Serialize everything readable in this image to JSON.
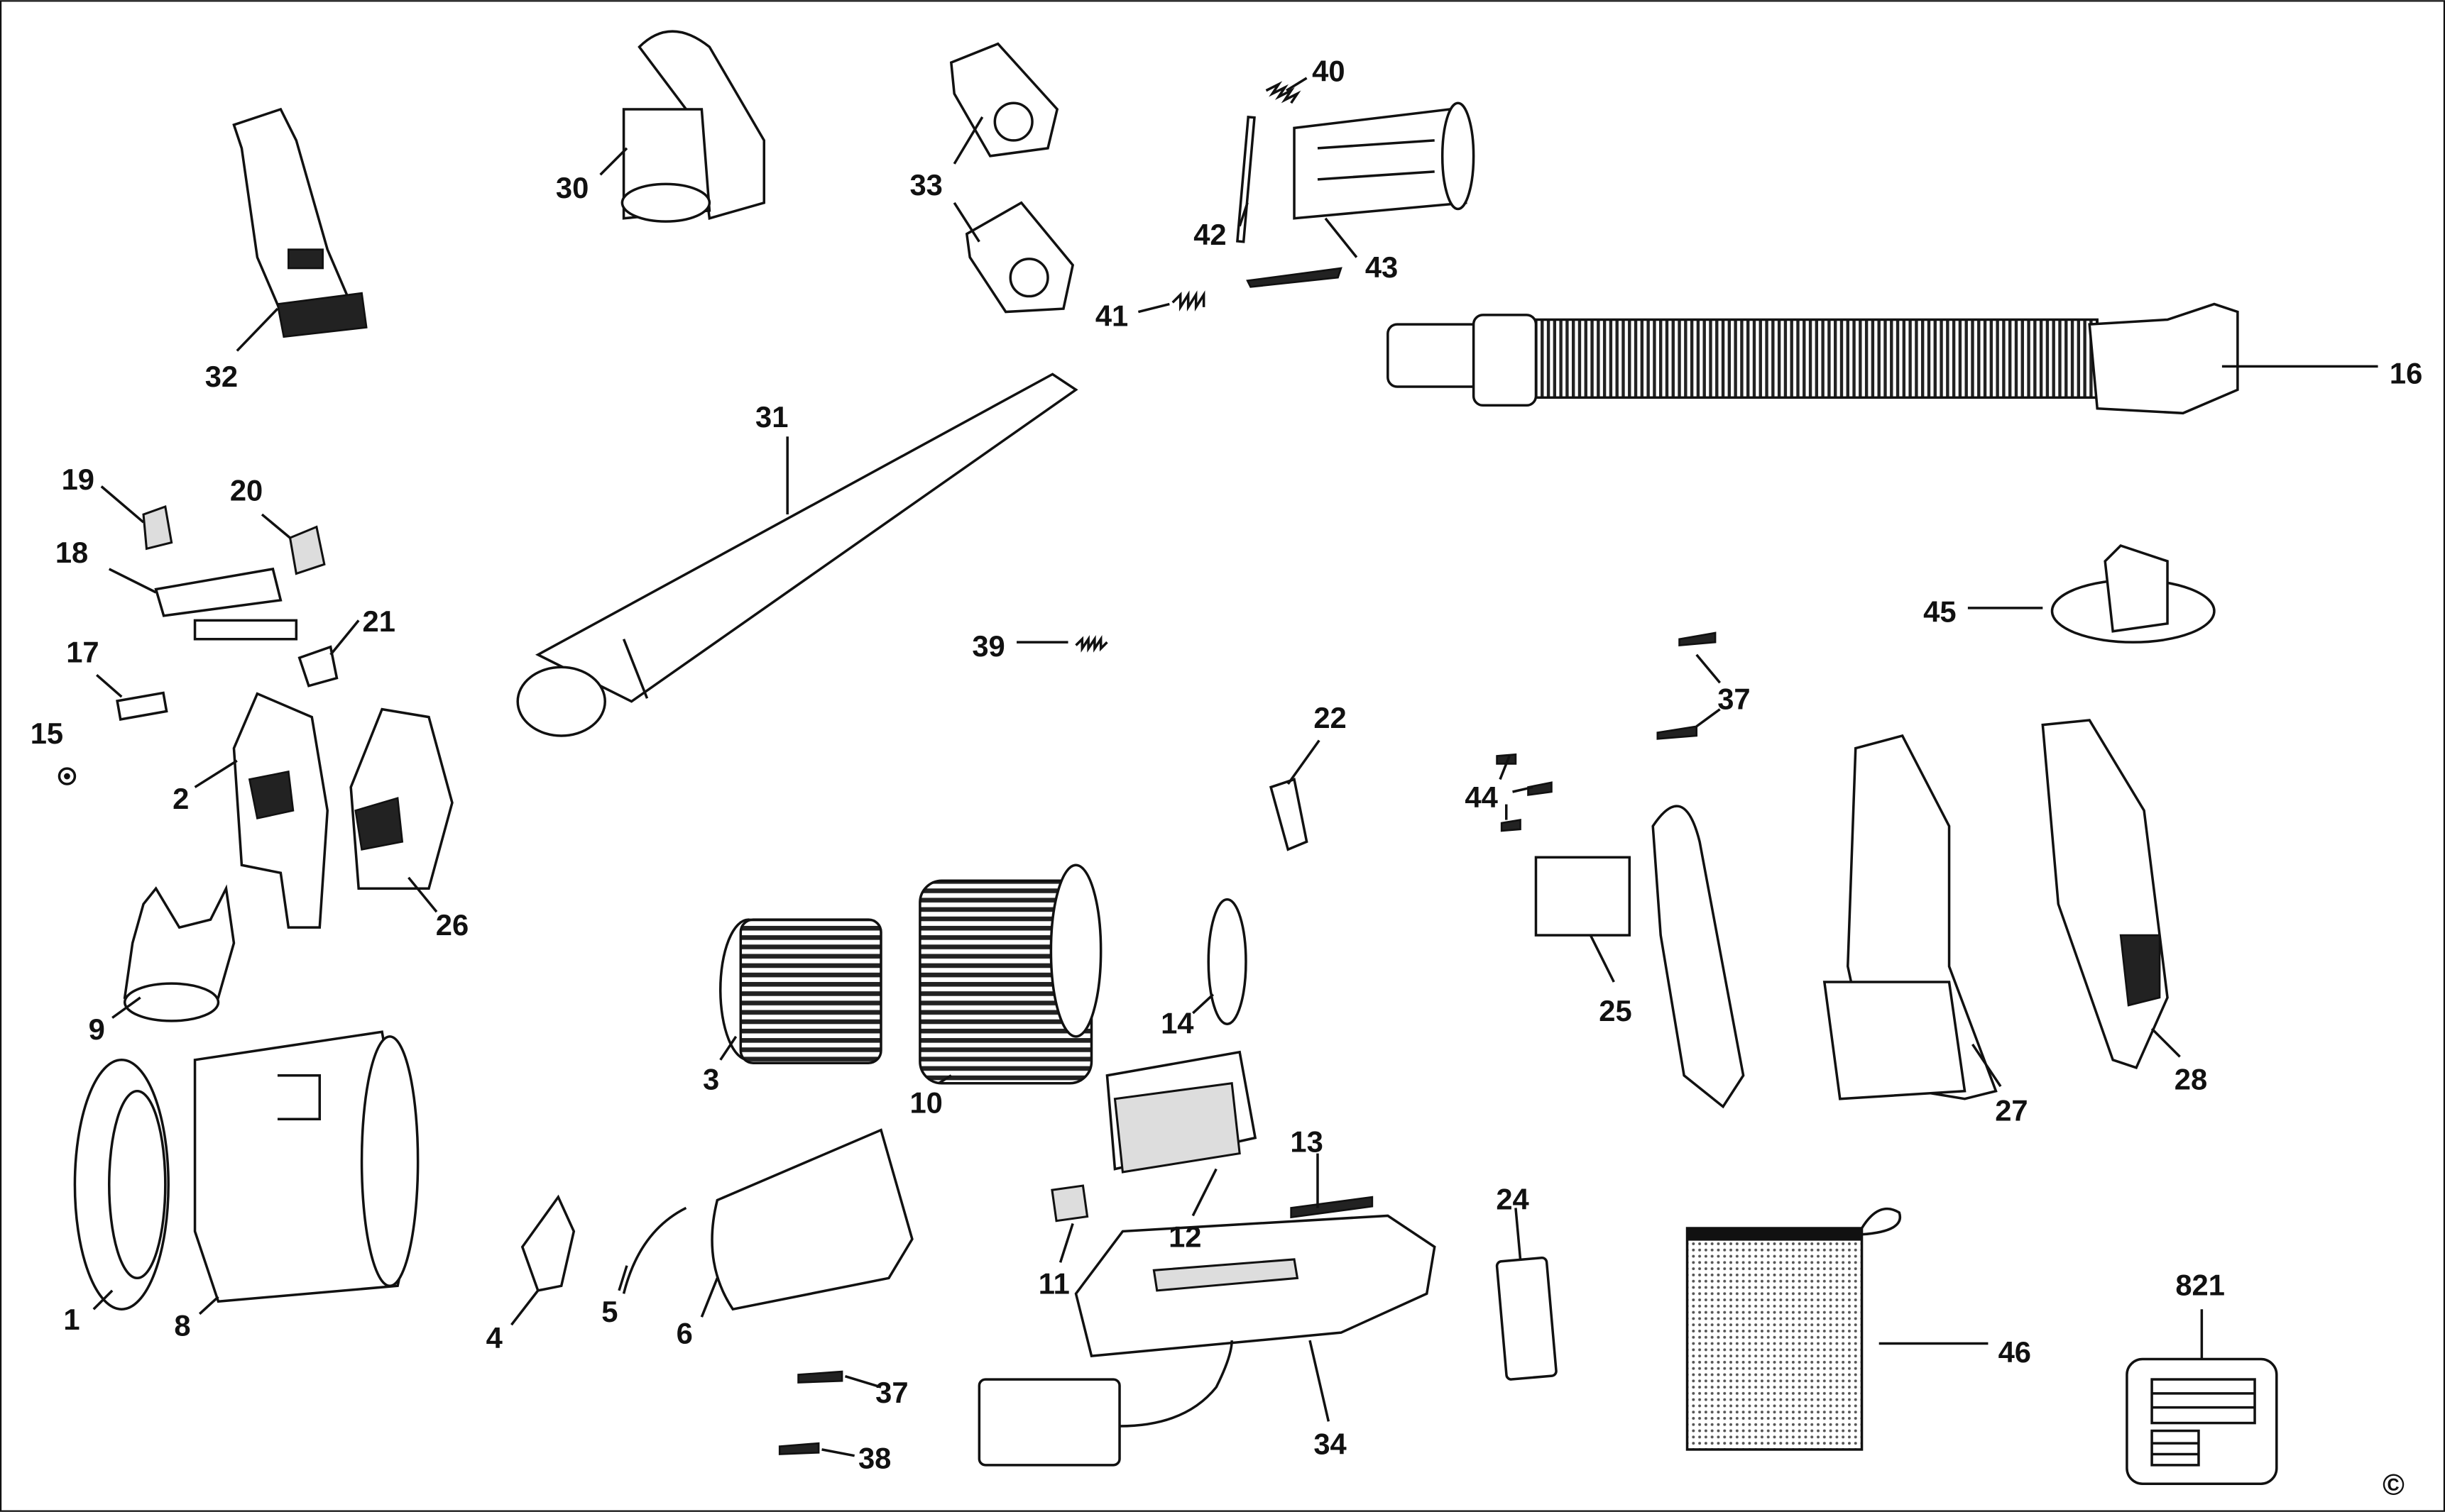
{
  "diagram": {
    "type": "exploded-parts-diagram",
    "copyright_symbol": "©",
    "part_labels": [
      "40",
      "30",
      "33",
      "42",
      "43",
      "41",
      "32",
      "16",
      "31",
      "19",
      "20",
      "18",
      "21",
      "45",
      "39",
      "17",
      "37",
      "15",
      "22",
      "2",
      "44",
      "26",
      "25",
      "14",
      "9",
      "3",
      "10",
      "28",
      "27",
      "13",
      "24",
      "12",
      "11",
      "821",
      "1",
      "8",
      "4",
      "5",
      "6",
      "46",
      "37",
      "34",
      "38"
    ]
  }
}
